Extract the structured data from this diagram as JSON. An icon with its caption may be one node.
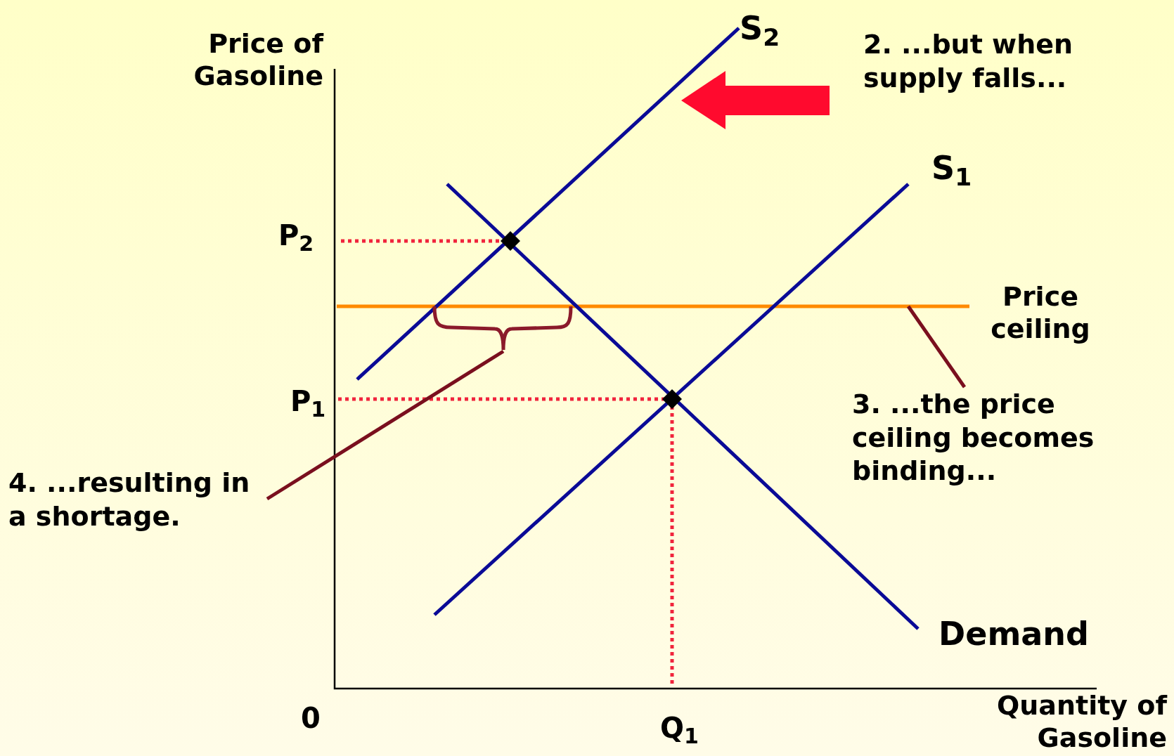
{
  "diagram": {
    "nodes": [
      {
        "text": [
          "3. ...the price ceiling becomes binding..."
        ]
      },
      {
        "text": [
          "4. ...resulting in a shortage."
        ]
      },
      {
        "text": [],
        "shape": "brace"
      }
    ],
    "edges": [
      {
        "from": 0,
        "to": null,
        "arrow": "none"
      },
      {
        "from": 1,
        "to": 2,
        "arrow": "none"
      }
    ],
    "labels": [
      "Price of Gasoline",
      "S$_{2}$",
      "2. ...but when supply falls...",
      "S$_{1}$",
      "P$_{2}$",
      "Price ceiling",
      "P$_{1}$",
      "Demand",
      "0",
      "Q$_{1}$",
      "Quantity of Gasoline"
    ]
  }
}
